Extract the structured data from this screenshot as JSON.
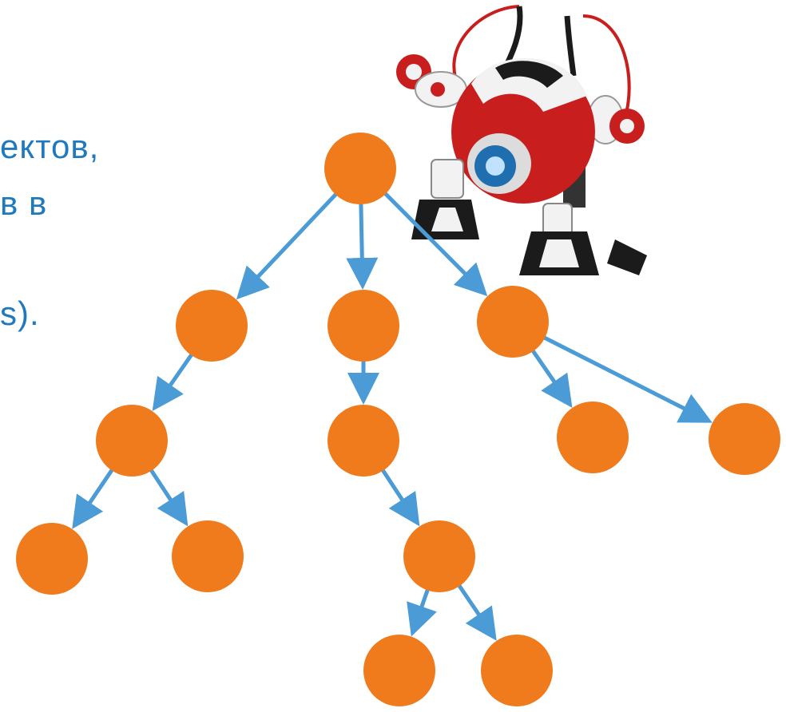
{
  "text_fragments": [
    "ектов,",
    "в в",
    "s)."
  ],
  "colors": {
    "text": "#1f79bf",
    "node": "#ef7b1d",
    "edge": "#4a9bd6",
    "robot_red": "#c81e1e",
    "robot_black": "#1b1b1b",
    "robot_white": "#f2f2f2",
    "robot_lens": "#1f6fb0"
  },
  "illustration": {
    "icon": "robot-icon"
  },
  "tree": {
    "nodes": [
      "root",
      "a",
      "b",
      "c",
      "a1",
      "b1",
      "c1",
      "c2",
      "a1a",
      "a1b",
      "b2",
      "b2a",
      "b2b"
    ],
    "edges": [
      [
        "root",
        "a"
      ],
      [
        "root",
        "b"
      ],
      [
        "root",
        "c"
      ],
      [
        "a",
        "a1"
      ],
      [
        "b",
        "b1"
      ],
      [
        "c",
        "c1"
      ],
      [
        "c",
        "c2"
      ],
      [
        "a1",
        "a1a"
      ],
      [
        "a1",
        "a1b"
      ],
      [
        "b1",
        "b2"
      ],
      [
        "b2",
        "b2a"
      ],
      [
        "b2",
        "b2b"
      ]
    ]
  }
}
